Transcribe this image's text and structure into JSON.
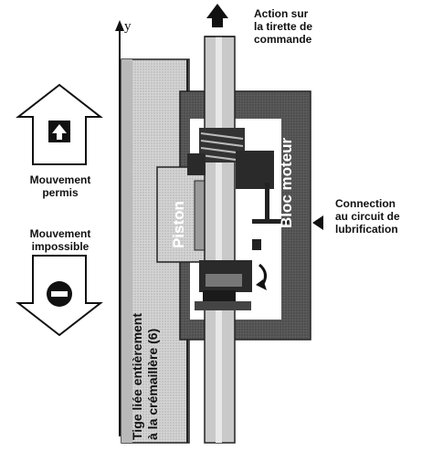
{
  "axis_label": "y",
  "action_label": [
    "Action sur",
    "la tirette de",
    "commande"
  ],
  "mouvement_permis": [
    "Mouvement",
    "permis"
  ],
  "mouvement_impossible": [
    "Mouvement",
    "impossible"
  ],
  "connection_label": [
    "Connection",
    "au circuit de",
    "lubrification"
  ],
  "piston_label": "Piston",
  "bloc_moteur_label": "Bloc moteur",
  "tige_label": [
    "Tige liée entièrement",
    "à la crémaillère (6)"
  ],
  "colors": {
    "ink": "#111111",
    "rod_grey": "#c8c8c8",
    "body_dark": "#555555",
    "mid_grey": "#8a8a8a",
    "light_grey": "#e6e6e6",
    "white": "#ffffff"
  }
}
